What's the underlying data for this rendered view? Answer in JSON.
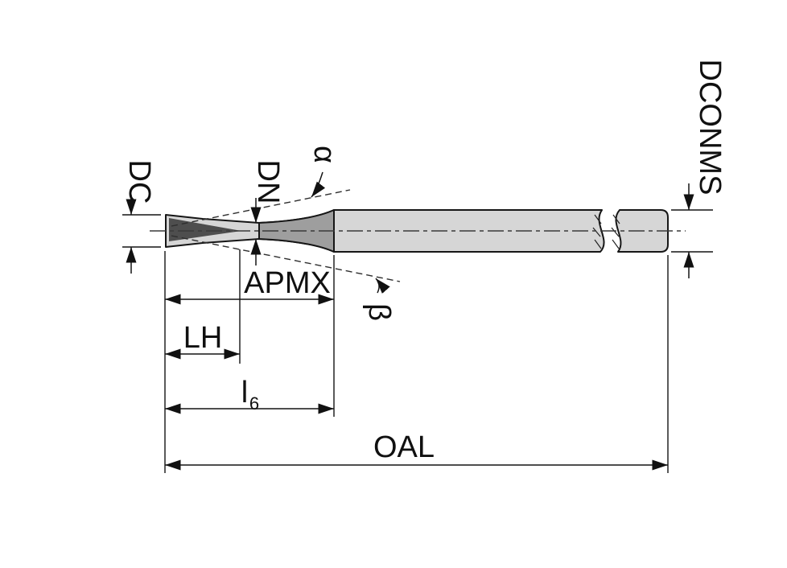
{
  "diagram": {
    "labels": {
      "dc": "DC",
      "dn": "DN",
      "alpha": "α",
      "dconms": "DCONMS",
      "apmx": "APMX",
      "beta": "β",
      "lh": "LH",
      "l6_main": "l",
      "l6_sub": "6",
      "oal": "OAL"
    },
    "colors": {
      "body": "#d6d6d6",
      "cone": "#9e9e9e",
      "flute": "#4e4e4e",
      "outline": "#161616",
      "background": "#ffffff"
    }
  }
}
